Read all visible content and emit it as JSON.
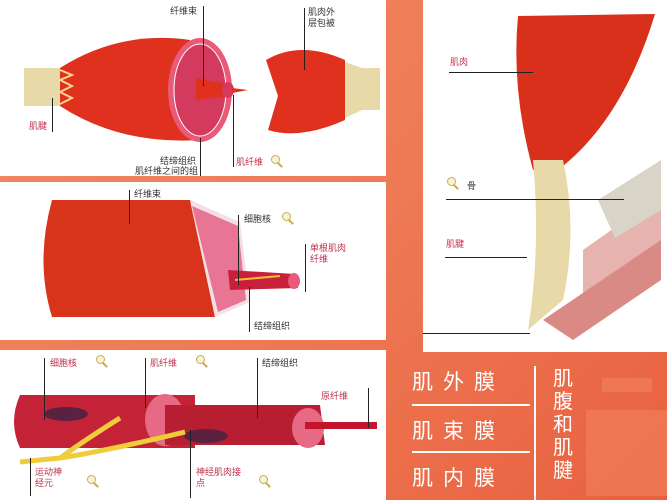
{
  "panel1": {
    "title_labels": {
      "fascicle": "纤维束",
      "epimysium": "肌肉外层包被",
      "tendon": "肌腱",
      "connective": "结缔组织",
      "connective_sub": "肌纤维之间的组",
      "muscle_fiber": "肌纤维"
    }
  },
  "panel2": {
    "fascicle": "纤维束",
    "nucleus": "细胞核",
    "single_fiber": "单根肌肉纤维",
    "connective": "结缔组织"
  },
  "panel3": {
    "nucleus": "细胞核",
    "muscle_fiber": "肌纤维",
    "connective": "结缔组织",
    "myofibril": "原纤维",
    "motor_neuron": "运动神经元",
    "nmj": "神经肌肉接点"
  },
  "panel4": {
    "muscle": "肌肉",
    "bone": "骨",
    "tendon": "肌腱"
  },
  "caption": {
    "rows": [
      "肌外膜",
      "肌束膜",
      "肌内膜"
    ],
    "vertical": "肌腹和肌腱"
  },
  "colors": {
    "muscle_red": "#e0301e",
    "tendon_tan": "#e8d9a8",
    "background_orange": "#ee7a55",
    "label_red": "#c0304a"
  }
}
